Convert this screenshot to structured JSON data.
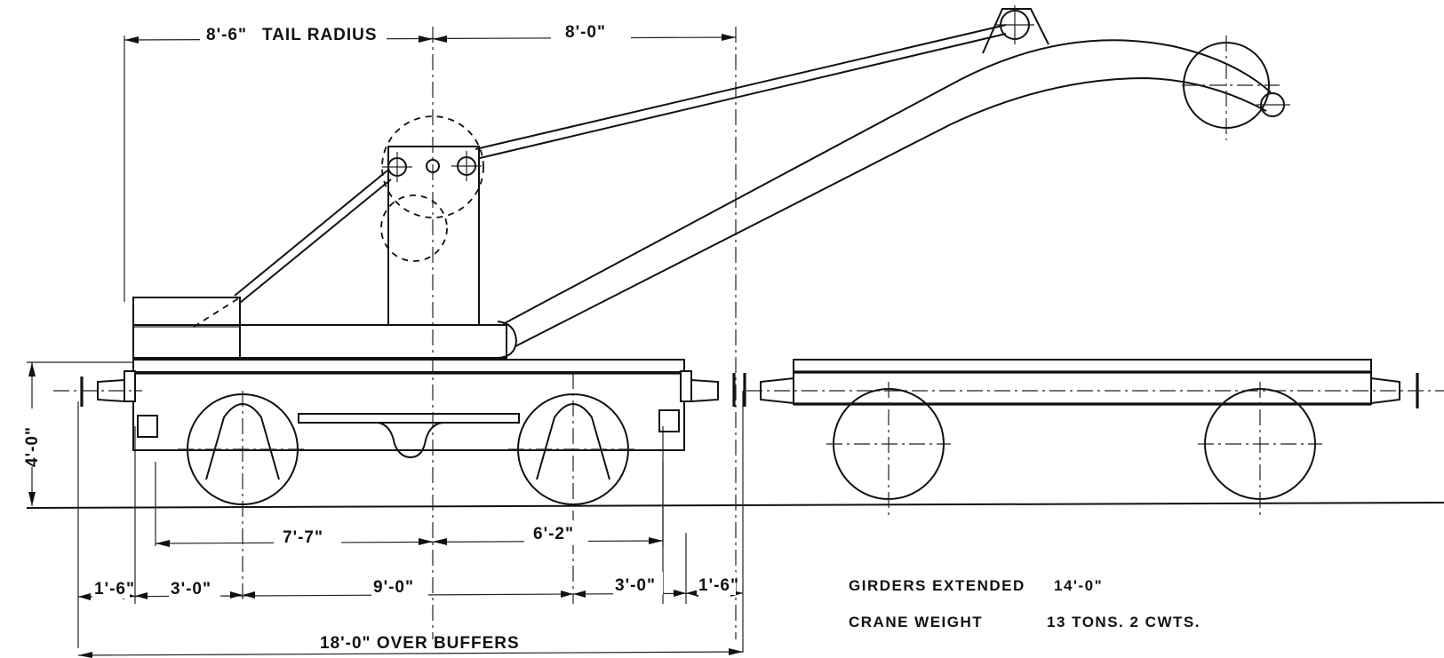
{
  "dimensions": {
    "tail_radius_value": "8'-6\"",
    "tail_radius_label": "TAIL RADIUS",
    "jib_reach": "8'-0\"",
    "height": "4'-0\"",
    "left_wheel_offset": "7'-7\"",
    "right_wheel_offset": "6'-2\"",
    "buffer_left": "1'-6\"",
    "overhang_left": "3'-0\"",
    "wheelbase": "9'-0\"",
    "overhang_right": "3'-0\"",
    "buffer_right": "1'-6\"",
    "over_buffers": "18'-0\" OVER BUFFERS"
  },
  "notes": {
    "girders_label": "GIRDERS EXTENDED",
    "girders_value": "14'-0\"",
    "weight_label": "CRANE WEIGHT",
    "weight_value": "13 TONS. 2 CWTS."
  }
}
